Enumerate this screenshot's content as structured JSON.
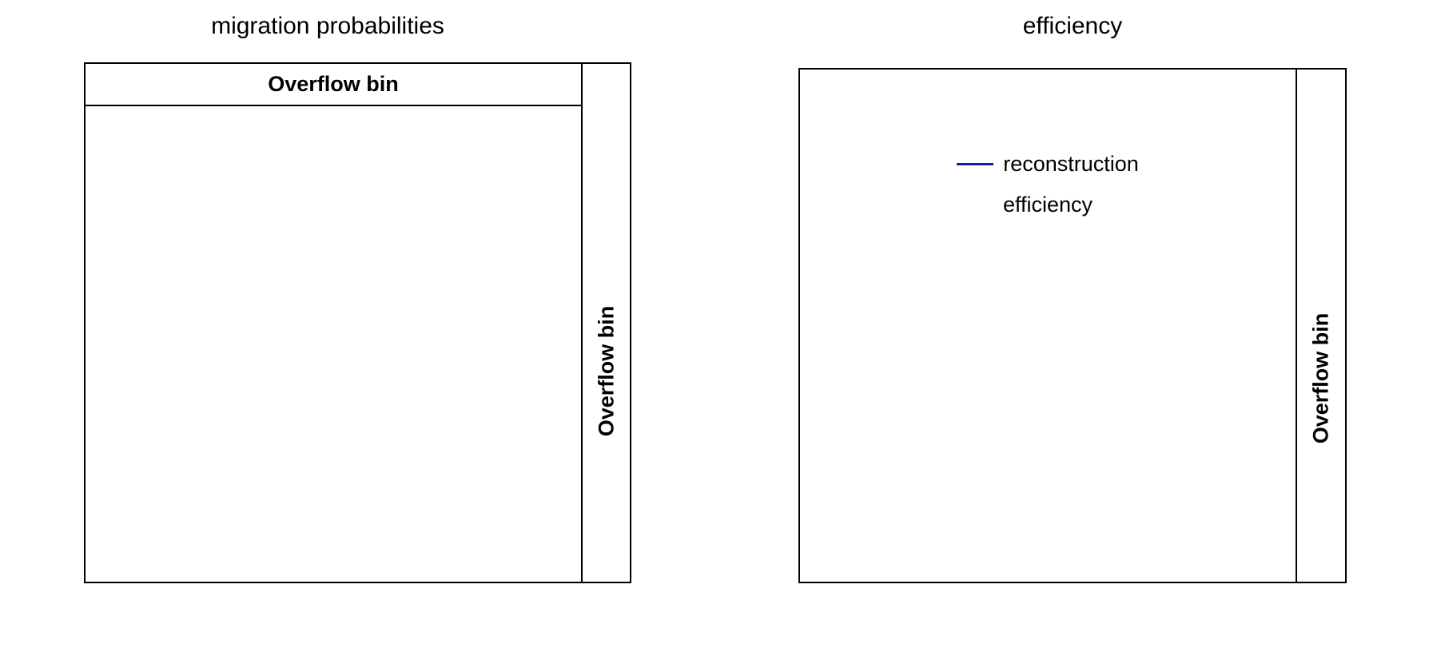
{
  "chart_data": {
    "type": "table",
    "title": "",
    "panels": [
      {
        "key": "migration_probabilities",
        "title": "migration probabilities",
        "header_label": "Overflow bin",
        "overflow_label": "Overflow bin",
        "has_header_strip": true,
        "has_legend": false,
        "series": [],
        "values": [],
        "categories": [],
        "xlabel": "",
        "ylabel": "",
        "grid": false
      },
      {
        "key": "efficiency",
        "title": "efficiency",
        "header_label": "",
        "overflow_label": "Overflow bin",
        "has_header_strip": false,
        "has_legend": true,
        "legend": {
          "position": "upper-center",
          "entries": [
            {
              "marker": "line",
              "color": "#0f1fa0",
              "label_line1": "reconstruction",
              "label_line2": "efficiency"
            }
          ]
        },
        "series": [
          {
            "name": "reconstruction efficiency",
            "color": "#0f1fa0",
            "values": []
          }
        ],
        "values": [],
        "categories": [],
        "xlabel": "",
        "ylabel": "",
        "grid": false
      }
    ]
  },
  "figure": {
    "background_color": "#ffffff",
    "frame_color": "#000000",
    "accent_color": "#0f1fa0"
  },
  "panels": {
    "left": {
      "title": "migration probabilities",
      "header_label": "Overflow bin",
      "overflow_label": "Overflow bin"
    },
    "right": {
      "title": "efficiency",
      "overflow_label": "Overflow bin",
      "legend": {
        "label_line1": "reconstruction",
        "label_line2": "efficiency"
      }
    }
  }
}
